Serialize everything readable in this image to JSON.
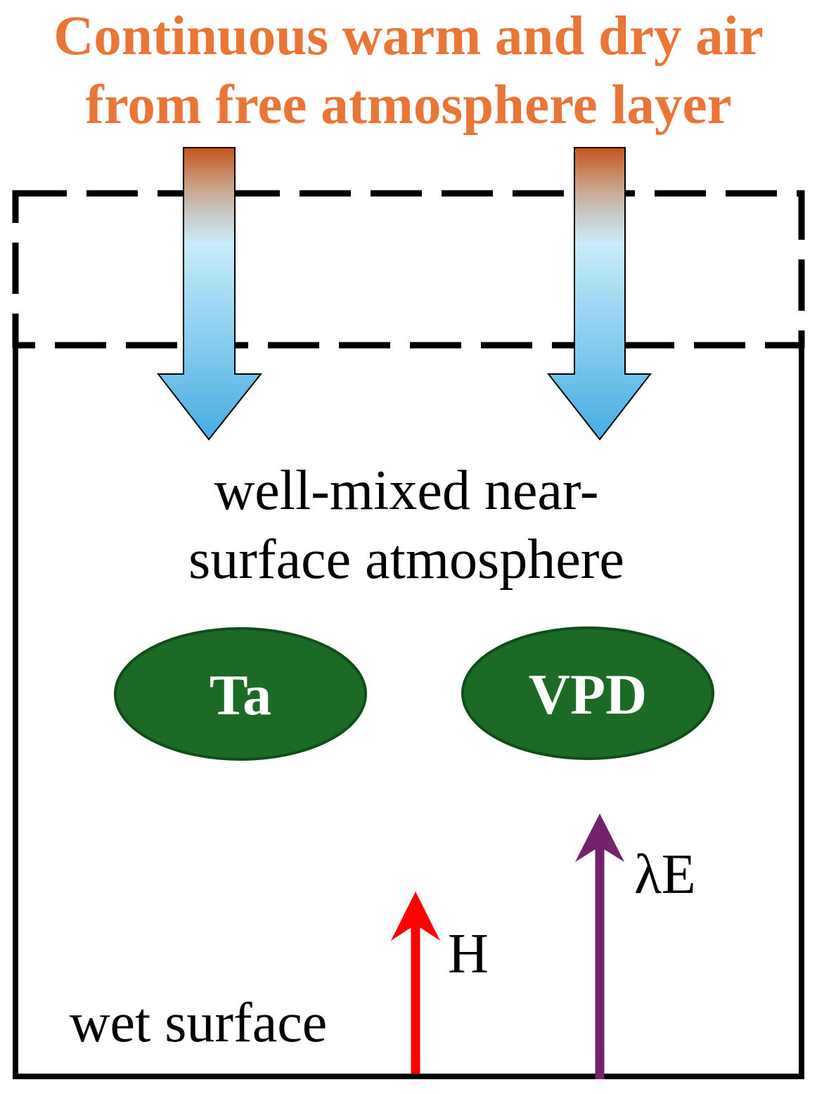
{
  "title": {
    "line1": "Continuous warm and dry air",
    "line2": "from free atmosphere layer",
    "color": "#E97537"
  },
  "regions": {
    "free_atmosphere_boundary": "dashed",
    "near_surface_box": "solid"
  },
  "middle_label": {
    "line1": "well-mixed near-",
    "line2": "surface atmosphere"
  },
  "variables": [
    {
      "label": "Ta",
      "fill": "#1B6B25",
      "stroke": "#0F4E17"
    },
    {
      "label": "VPD",
      "fill": "#1B6B25",
      "stroke": "#0F4E17"
    }
  ],
  "downward_arrows": {
    "gradient_top": "#C4561C",
    "gradient_mid": "#C8ECFA",
    "gradient_bottom": "#45ADE2",
    "count": 2
  },
  "fluxes": [
    {
      "label": "H",
      "color": "#FF0000"
    },
    {
      "label": "λE",
      "color": "#76216C"
    }
  ],
  "surface_label": "wet surface"
}
